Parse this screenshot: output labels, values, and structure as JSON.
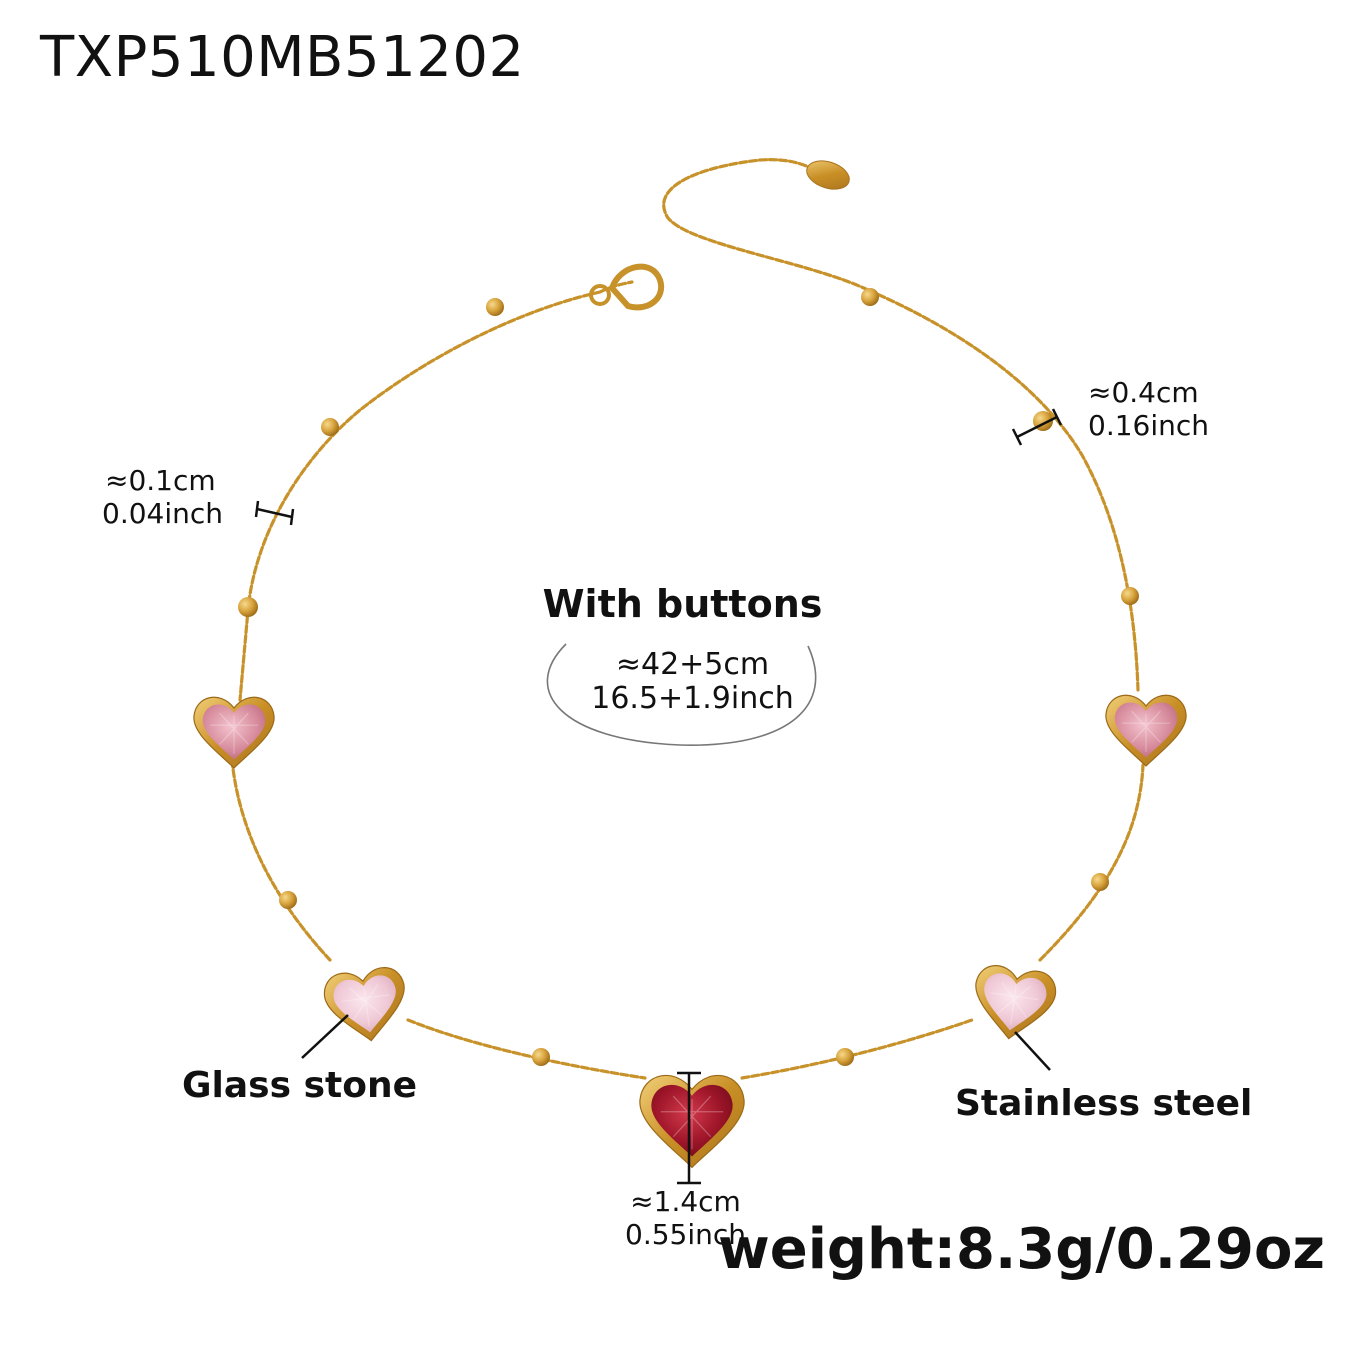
{
  "product": {
    "sku": "TXP510MB51202",
    "weight": "weight:8.3g/0.29oz"
  },
  "center_label": {
    "title": "With buttons",
    "length_cm": "≈42+5cm",
    "length_inch": "16.5+1.9inch"
  },
  "dimensions": {
    "chain_width_cm": "≈0.1cm",
    "chain_width_inch": "0.04inch",
    "bead_size_cm": "≈0.4cm",
    "bead_size_inch": "0.16inch",
    "pendant_height_cm": "≈1.4cm",
    "pendant_height_inch": "0.55inch"
  },
  "materials": {
    "stone": "Glass stone",
    "metal": "Stainless steel"
  },
  "colors": {
    "gold": "#c8922b",
    "gold_light": "#e9be5c",
    "pink_stone": "#d98a9a",
    "light_pink_stone": "#edc4d0",
    "red_stone": "#9e1525",
    "background": "#ffffff"
  }
}
